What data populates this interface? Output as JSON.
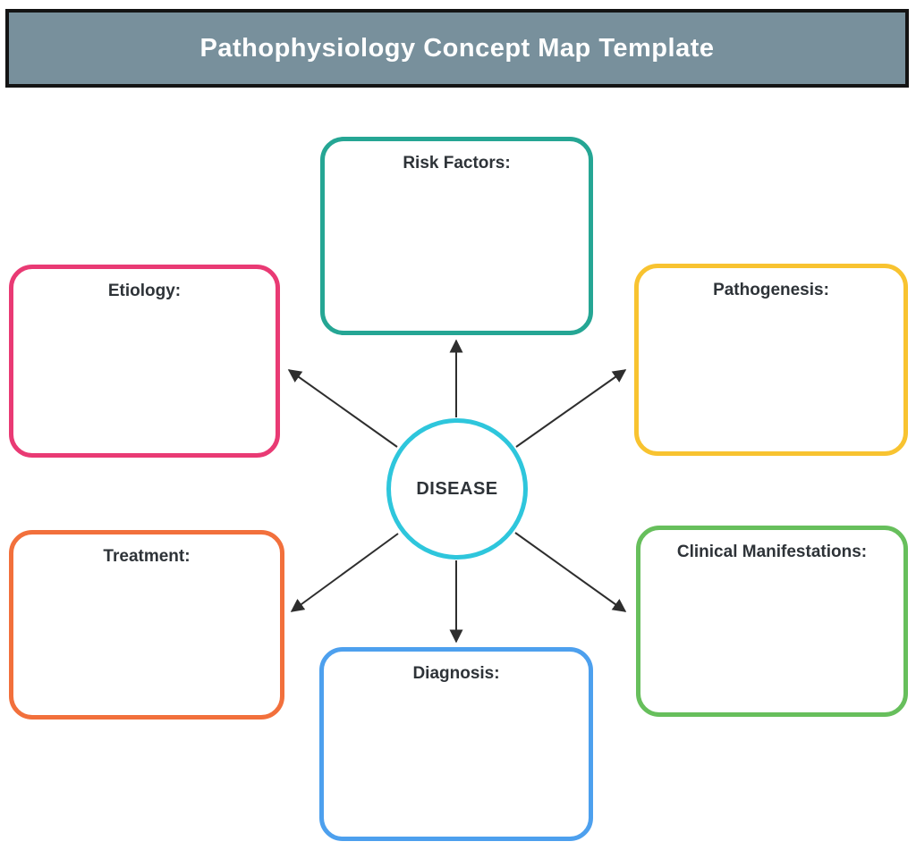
{
  "header": {
    "title": "Pathophysiology Concept Map Template"
  },
  "center": {
    "label": "DISEASE"
  },
  "boxes": {
    "risk_factors": {
      "label": "Risk Factors:",
      "border_color": "#25a694"
    },
    "etiology": {
      "label": "Etiology:",
      "border_color": "#e93a74"
    },
    "pathogenesis": {
      "label": "Pathogenesis:",
      "border_color": "#f8c330"
    },
    "treatment": {
      "label": "Treatment:",
      "border_color": "#f2703c"
    },
    "clinical_manifestations": {
      "label": "Clinical Manifestations:",
      "border_color": "#67bf5c"
    },
    "diagnosis": {
      "label": "Diagnosis:",
      "border_color": "#4da0ee"
    }
  },
  "colors": {
    "header_bg": "#78909c",
    "header_border": "#141414",
    "header_text": "#ffffff",
    "center_border": "#2ec6dc",
    "arrow": "#2e2e2e",
    "label_text": "#2e3338"
  }
}
